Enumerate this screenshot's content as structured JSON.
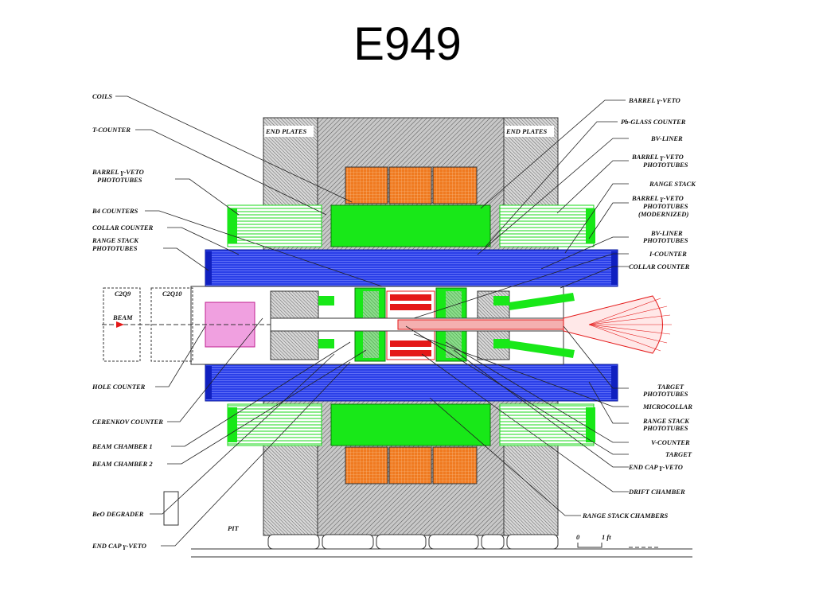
{
  "slide": {
    "title": "E949"
  },
  "colors": {
    "outer_hatch": "#bdbdbd",
    "green": "#18e818",
    "blue": "#2436e0",
    "orange": "#f07a20",
    "red": "#e41818",
    "pink": "#f0a0e0"
  },
  "labels": {
    "left": {
      "coils": "COILS",
      "t_counter": "T-COUNTER",
      "barrel_veto_pt_1": "BARREL ɣ-VETO",
      "barrel_veto_pt_2": "PHOTOTUBES",
      "b4_counters": "B4 COUNTERS",
      "collar_counter": "COLLAR COUNTER",
      "range_stack_pt_1": "RANGE STACK",
      "range_stack_pt_2": "PHOTOTUBES",
      "hole_counter": "HOLE COUNTER",
      "cerenkov_counter": "CERENKOV COUNTER",
      "beam_chamber_1": "BEAM CHAMBER 1",
      "beam_chamber_2": "BEAM CHAMBER 2",
      "beo_degrader": "BeO DEGRADER",
      "end_cap_veto": "END CAP ɣ-VETO"
    },
    "right": {
      "barrel_veto": "BARREL ɣ-VETO",
      "pb_glass": "Pb-GLASS COUNTER",
      "bv_liner": "BV-LINER",
      "barrel_veto_pt_1": "BARREL ɣ-VETO",
      "barrel_veto_pt_2": "PHOTOTUBES",
      "range_stack": "RANGE STACK",
      "barrel_veto_mod_1": "BARREL ɣ-VETO",
      "barrel_veto_mod_2": "PHOTOTUBES",
      "barrel_veto_mod_3": "(MODERNIZED)",
      "bv_liner_pt_1": "BV-LINER",
      "bv_liner_pt_2": "PHOTOTUBES",
      "i_counter": "I-COUNTER",
      "collar_counter": "COLLAR COUNTER",
      "target_pt_1": "TARGET",
      "target_pt_2": "PHOTOTUBES",
      "microcollar": "MICROCOLLAR",
      "range_stack_pt_1": "RANGE STACK",
      "range_stack_pt_2": "PHOTOTUBES",
      "v_counter": "V-COUNTER",
      "target": "TARGET",
      "end_cap_veto": "END CAP ɣ-VETO",
      "drift_chamber": "DRIFT CHAMBER",
      "range_stack_chambers": "RANGE STACK CHAMBERS"
    },
    "inner": {
      "end_plates_left": "END PLATES",
      "end_plates_right": "END PLATES",
      "c2q9": "C2Q9",
      "c2q10": "C2Q10",
      "beam": "BEAM",
      "pit": "PIT",
      "scale_0": "0",
      "scale_1": "1 ft"
    }
  }
}
